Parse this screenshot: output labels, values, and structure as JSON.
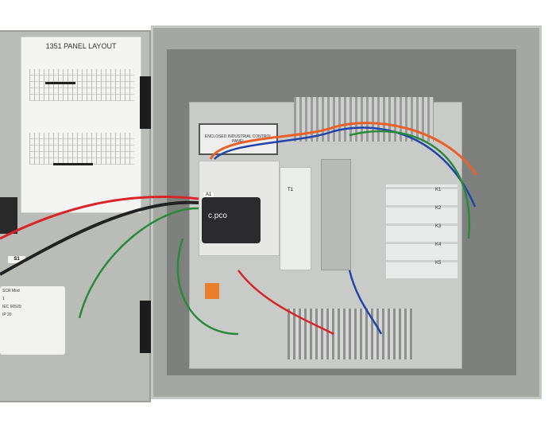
{
  "door": {
    "layout_title": "1351 PANEL LAYOUT",
    "label_s1": "S1",
    "nameplate": {
      "heading": "SCR Mod",
      "enclosure_type": "1",
      "standard": "IEC 60529",
      "ip_rating": "IP 20"
    }
  },
  "enclosure": {
    "panel_label": "ENCLOSED INDUSTRIAL CONTROL PANEL",
    "controller_brand": "c.pco",
    "controller_tag": "A1",
    "power_supply_tag": "T1",
    "relay_tags": [
      "K1",
      "K2",
      "K3",
      "K4",
      "K5"
    ]
  },
  "colors": {
    "enclosure": "#a4a7a2",
    "backplate": "#c9cbc8",
    "wire_red": "#d8252a",
    "wire_green": "#2a8a3a",
    "wire_blue": "#2244aa"
  }
}
